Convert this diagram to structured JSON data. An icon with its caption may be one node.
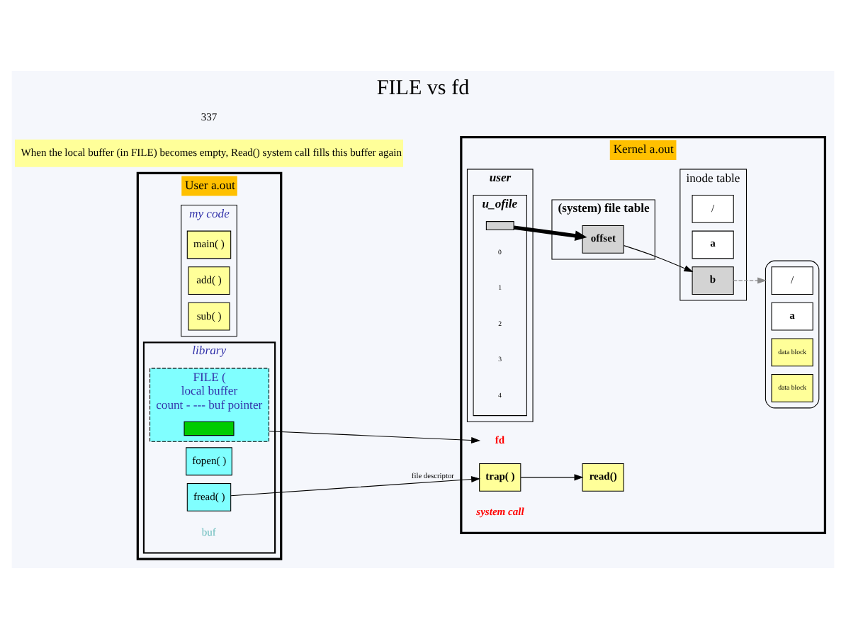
{
  "diagram": {
    "title": "FILE vs fd",
    "nodes": [
      {
        "text": [
          "User a.out"
        ]
      },
      {
        "text": [
          "my code"
        ],
        "in": 0
      },
      {
        "text": [
          "main( )"
        ],
        "in": 1
      },
      {
        "text": [
          "add( )"
        ],
        "in": 1
      },
      {
        "text": [
          "sub( )"
        ],
        "in": 1
      },
      {
        "text": [
          "library"
        ],
        "in": 0
      },
      {
        "text": [
          "FILE (",
          "local buffer",
          "count - --- buf pointer"
        ],
        "in": 5
      },
      {
        "text": [],
        "shape": "bar",
        "in": 6
      },
      {
        "text": [
          "fopen( )"
        ],
        "in": 5
      },
      {
        "text": [
          "fread( )"
        ],
        "in": 5
      },
      {
        "text": [
          "Kernel a.out"
        ]
      },
      {
        "text": [
          "fd"
        ],
        "in": 10
      },
      {
        "text": [
          "user"
        ],
        "in": 10
      },
      {
        "text": [
          "u_ofile"
        ],
        "in": 12
      },
      {
        "text": [],
        "shape": "box",
        "in": 13
      },
      {
        "text": [
          "(system) file table"
        ],
        "in": 10
      },
      {
        "text": [
          "offset"
        ],
        "in": 15
      },
      {
        "text": [
          "inode table"
        ],
        "in": 10
      },
      {
        "text": [
          "/"
        ],
        "in": 17
      },
      {
        "text": [
          "a"
        ],
        "in": 17
      },
      {
        "text": [
          "b"
        ],
        "in": 17
      },
      {
        "text": [],
        "shape": "cylinder",
        "in": 10
      },
      {
        "text": [
          "/"
        ],
        "in": 21
      },
      {
        "text": [
          "a"
        ],
        "in": 21
      },
      {
        "text": [
          "data block"
        ],
        "in": 21
      },
      {
        "text": [
          "data block"
        ],
        "in": 21
      },
      {
        "text": [
          "trap( )"
        ],
        "in": 10
      },
      {
        "text": [
          "read()"
        ],
        "in": 10
      }
    ],
    "edges": [
      {
        "from": 6,
        "to": 11,
        "arrow": "to"
      },
      {
        "from": 9,
        "to": 26,
        "label": "file descriptor",
        "arrow": "to"
      },
      {
        "from": 14,
        "to": 16,
        "arrow": "to",
        "style": "thick"
      },
      {
        "from": 16,
        "to": 20,
        "arrow": "to"
      },
      {
        "from": 20,
        "to": 21,
        "arrow": "to",
        "style": "dashed",
        "color": "#888888"
      },
      {
        "from": 26,
        "to": 27,
        "arrow": "to"
      }
    ],
    "labels": [
      "0",
      "1",
      "2",
      "3",
      "4",
      "system call",
      "buf",
      "When the local buffer (in FILE) becomes empty, Read() system call fills this buffer again",
      "337"
    ]
  }
}
